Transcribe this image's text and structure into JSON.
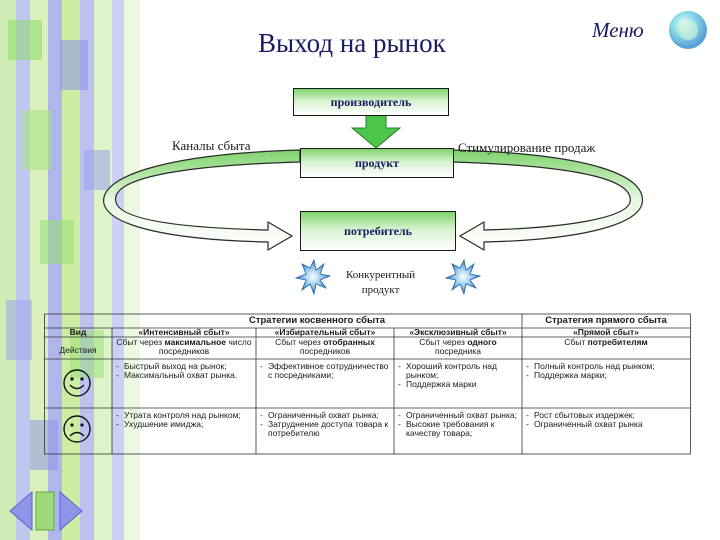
{
  "header": {
    "title": "Выход на рынок",
    "menu_label": "Меню"
  },
  "icons": {
    "menu": "menu-sphere-icon",
    "nav": "nav-arrows-icon",
    "positive": "smiley-happy-icon",
    "negative": "smiley-sad-icon",
    "competitor": "starburst-icon"
  },
  "colors": {
    "accent_green": "#7fd36c",
    "arrow_blue": "#3a86c8",
    "deco_green": "#c2ec8e",
    "deco_blue": "#8f95e8",
    "title": "#1a1a66"
  },
  "diagram": {
    "producer": "производитель",
    "product": "продукт",
    "consumer": "потребитель",
    "channels": "Каналы сбыта",
    "promotion": "Стимулирование продаж",
    "competitor_line1": "Конкурентный",
    "competitor_line2": "продукт"
  },
  "table": {
    "group_indirect": "Стратегии косвенного сбыта",
    "group_direct": "Стратегия прямого сбыта",
    "col_kind": "Вид",
    "col_action": "Действия",
    "strategies": [
      {
        "name": "«Интенсивный сбыт»",
        "action_parts": [
          "Сбыт через ",
          "максимальное",
          " число посредников"
        ],
        "pros": [
          "Быстрый выход на рынок;",
          "Максимальный охват рынка."
        ],
        "cons": [
          "Утрата контроля над рынком;",
          "Ухудшение имиджа;"
        ]
      },
      {
        "name": "«Избирательный сбыт»",
        "action_parts": [
          "Сбыт через ",
          "отобранных",
          " посредников"
        ],
        "pros": [
          "Эффективное сотрудничество с посредниками;"
        ],
        "cons": [
          "Ограниченный охват рынка;",
          "Затруднение доступа товара к потребителю"
        ]
      },
      {
        "name": "«Эксклюзивный сбыт»",
        "action_parts": [
          "Сбыт через ",
          "одного",
          " посредника"
        ],
        "pros": [
          "Хороший контроль над рынком;",
          "Поддержка марки"
        ],
        "cons": [
          "Ограниченный охват рынка;",
          "Высокие требования к качеству товара;"
        ]
      },
      {
        "name": "«Прямой сбыт»",
        "action_parts": [
          "Сбыт ",
          "потребителям",
          ""
        ],
        "pros": [
          "Полный контроль над рынком;",
          "Поддержка марки;"
        ],
        "cons": [
          "Рост сбытовых издержек;",
          "Ограниченный охват рынка"
        ]
      }
    ]
  }
}
